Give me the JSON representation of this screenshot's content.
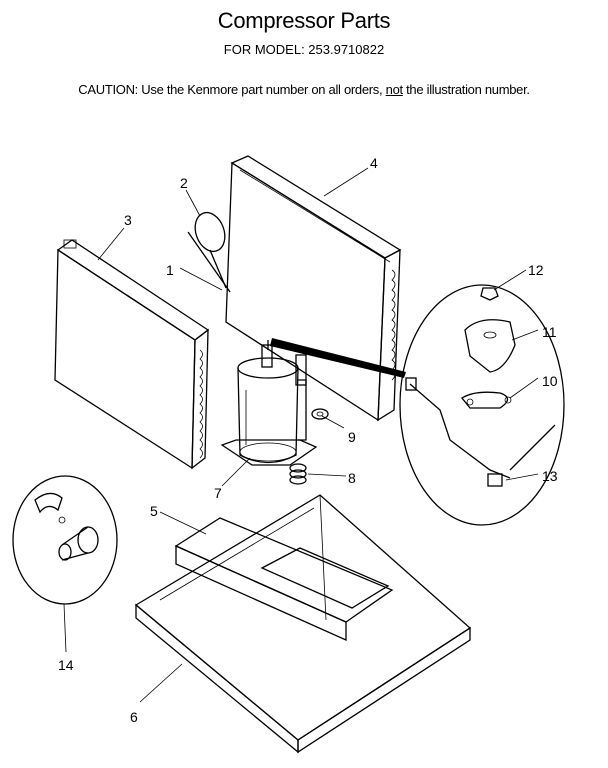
{
  "header": {
    "title": "Compressor Parts",
    "model_line": "FOR MODEL: 253.9710822"
  },
  "caution": {
    "prefix": "CAUTION:  Use the Kenmore part number on all orders, ",
    "emphasis": "not",
    "suffix": " the illustration number."
  },
  "callouts": [
    "1",
    "2",
    "3",
    "4",
    "5",
    "6",
    "7",
    "8",
    "9",
    "10",
    "11",
    "12",
    "13",
    "14"
  ]
}
